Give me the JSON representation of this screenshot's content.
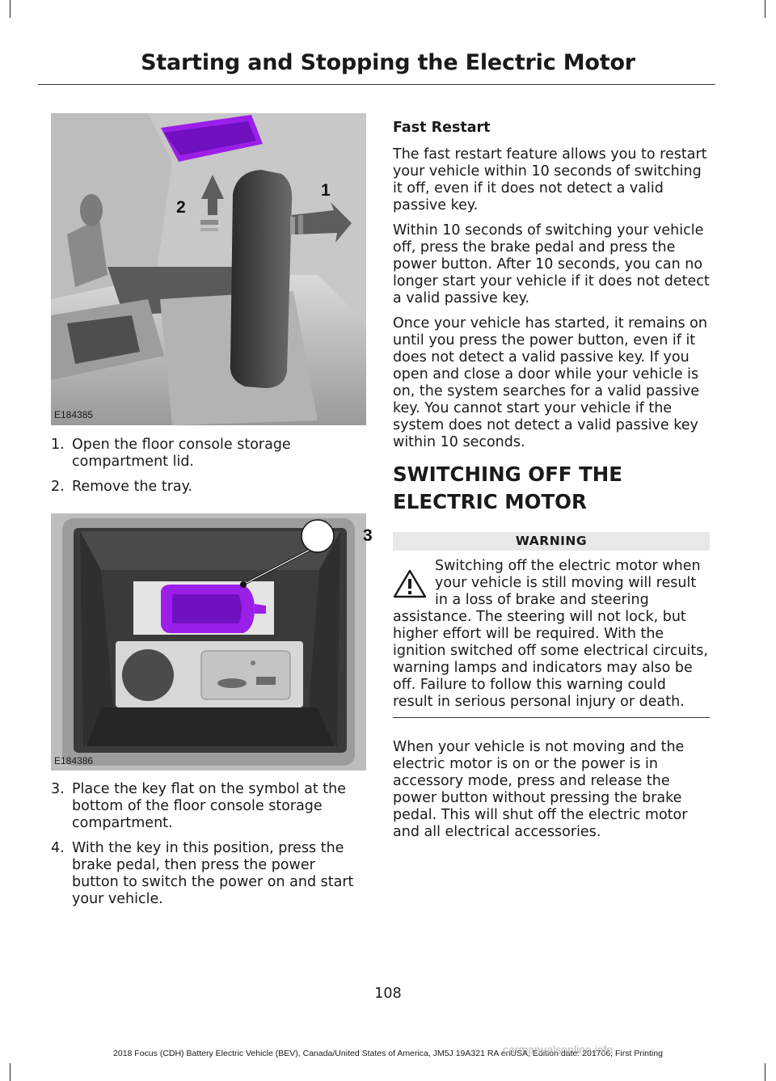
{
  "header": {
    "title": "Starting and Stopping the Electric Motor"
  },
  "figure1": {
    "id": "E184385",
    "callout1": "1",
    "callout2": "2"
  },
  "steps_a": [
    {
      "num": "1.",
      "text": "Open the floor console storage compartment lid."
    },
    {
      "num": "2.",
      "text": "Remove the tray."
    }
  ],
  "figure2": {
    "id": "E184386",
    "callout3": "3"
  },
  "steps_b": [
    {
      "num": "3.",
      "text": "Place the key flat on the symbol at the bottom of the floor console storage compartment."
    },
    {
      "num": "4.",
      "text": "With the key in this position, press the brake pedal, then press the power button to switch the power on and start your vehicle."
    }
  ],
  "fast_restart": {
    "heading": "Fast Restart",
    "paragraphs": [
      "The fast restart feature allows you to restart your vehicle within 10 seconds of switching it off, even if it does not detect a valid passive key.",
      "Within 10 seconds of switching your vehicle off, press the brake pedal and press the power button. After 10 seconds, you can no longer start your vehicle if it does not detect a valid passive key.",
      "Once your vehicle has started, it remains on until you press the power button, even if it does not detect a valid passive key. If you open and close a door while your vehicle is on, the system searches for a valid passive key. You cannot start your vehicle if the system does not detect a valid passive key within 10 seconds."
    ]
  },
  "switching_off": {
    "heading_line1": "SWITCHING OFF THE",
    "heading_line2": "ELECTRIC MOTOR",
    "warning_label": "WARNING",
    "warning_text_first": "Switching off the electric motor when your vehicle is still moving will result in a loss of brake and steering",
    "warning_text_rest": "assistance. The steering will not lock, but higher effort will be required. With the ignition switched off some electrical circuits, warning lamps and indicators may also be off. Failure to follow this warning could result in serious personal injury or death.",
    "body": "When your vehicle is not moving and the electric motor is on or the power is in accessory mode, press and release the power button without pressing the brake pedal. This will shut off the electric motor and all electrical accessories."
  },
  "page_number": "108",
  "footer": "2018 Focus (CDH) Battery Electric Vehicle (BEV), Canada/United States of America, JM5J 19A321 RA enUSA, Edition date: 201706, First Printing",
  "watermark": "carmanualsonline.info",
  "colors": {
    "highlight": "#9b1fe8",
    "warning_bar": "#e8e8e8"
  }
}
